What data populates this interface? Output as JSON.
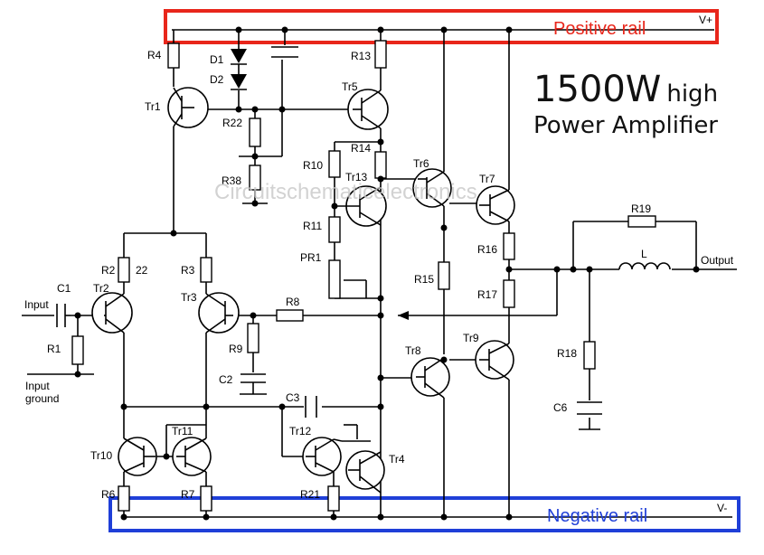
{
  "title": {
    "main": "1500W",
    "main_suffix": "high",
    "subtitle": "Power Amplifier"
  },
  "watermark": "Circuitschematicelectronics",
  "rails": {
    "positive": {
      "label": "Positive rail",
      "symbol": "V+",
      "color": "#e8261b"
    },
    "negative": {
      "label": "Negative rail",
      "symbol": "V-",
      "color": "#1f3fd8"
    }
  },
  "io": {
    "input": "Input",
    "input_ground_line1": "Input",
    "input_ground_line2": "ground",
    "output": "Output"
  },
  "transistors": [
    "Tr1",
    "Tr2",
    "Tr3",
    "Tr4",
    "Tr5",
    "Tr6",
    "Tr7",
    "Tr8",
    "Tr9",
    "Tr10",
    "Tr11",
    "Tr12",
    "Tr13"
  ],
  "resistors": [
    "R1",
    "R2",
    "R3",
    "R4",
    "R6",
    "R7",
    "R8",
    "R9",
    "R10",
    "R11",
    "R13",
    "R14",
    "R15",
    "R16",
    "R17",
    "R18",
    "R19",
    "R21",
    "R22",
    "R38"
  ],
  "values": {
    "r2_value": "22"
  },
  "capacitors": [
    "C1",
    "C2",
    "C3",
    "C6"
  ],
  "diodes": [
    "D1",
    "D2"
  ],
  "inductor": "L",
  "potentiometer": "PR1"
}
